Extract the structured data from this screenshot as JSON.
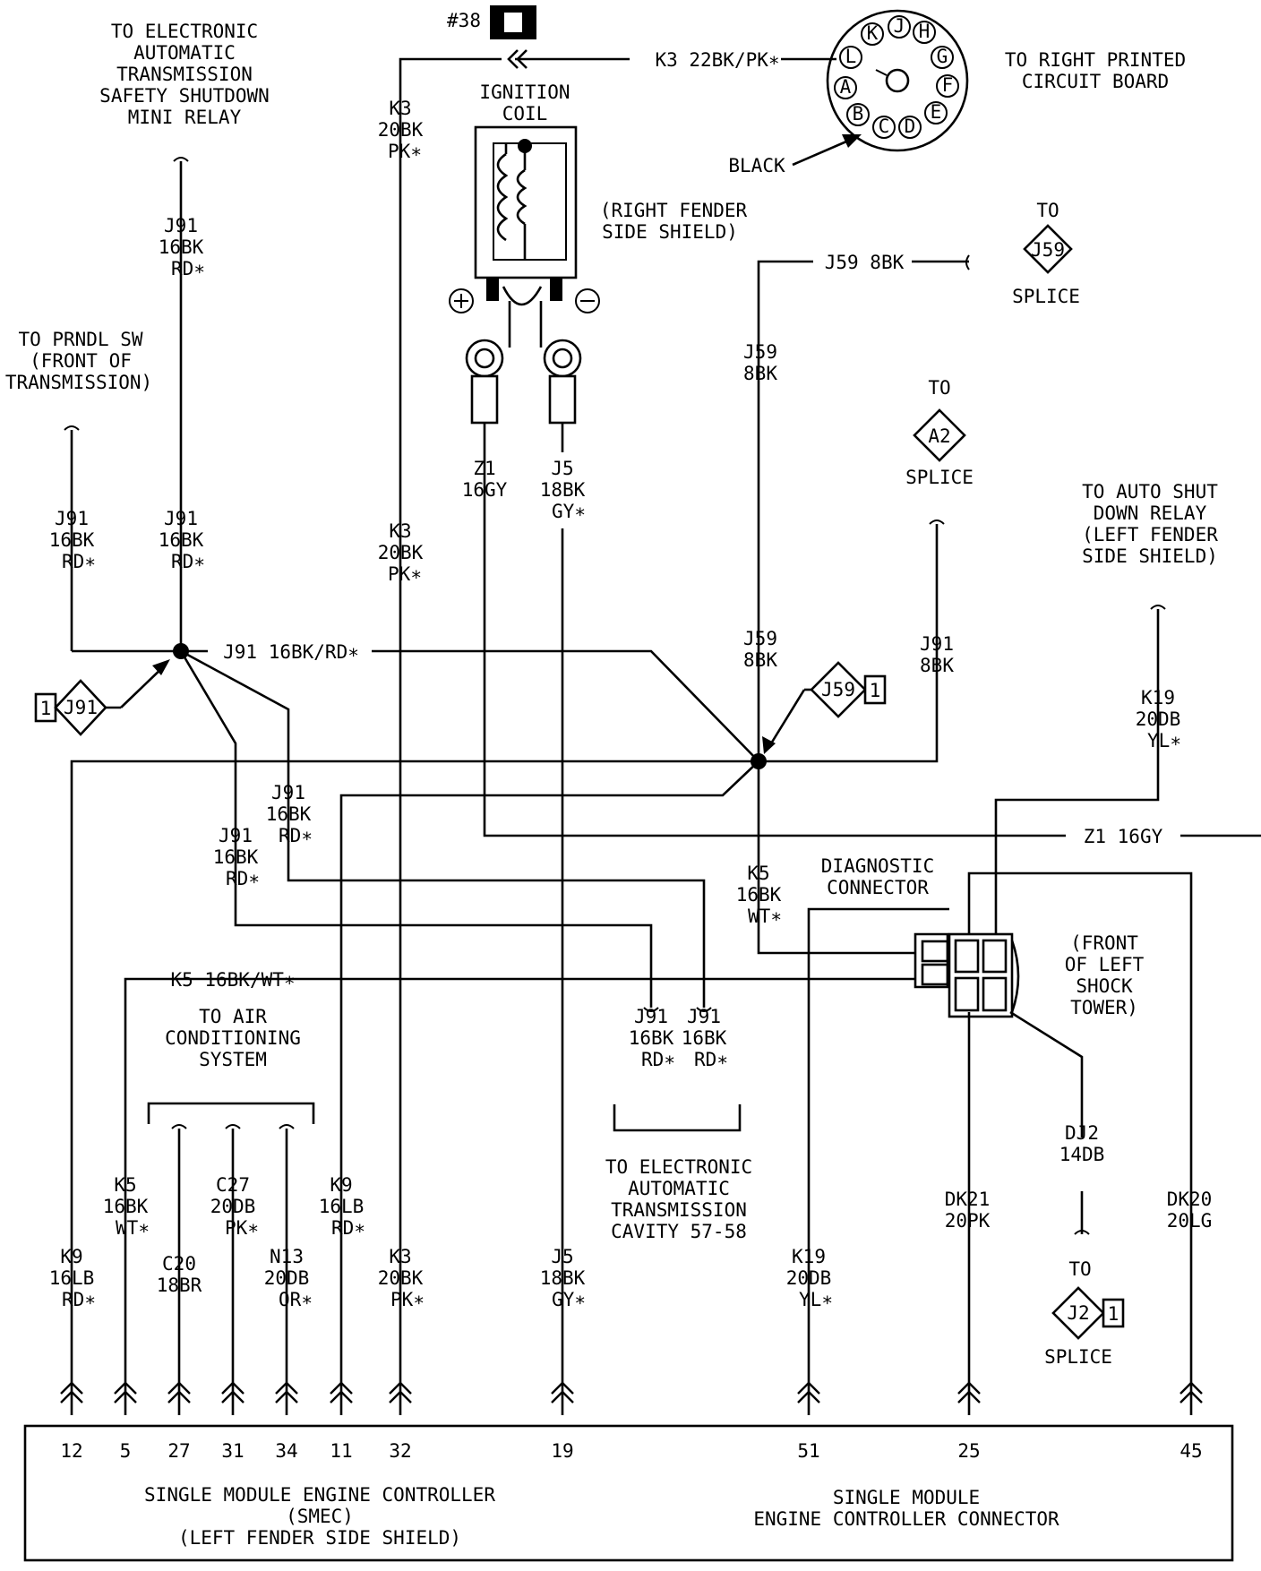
{
  "labels": {
    "t_eatx1": "TO ELECTRONIC",
    "t_eatx2": "AUTOMATIC",
    "t_eatx3": "TRANSMISSION",
    "t_eatx4": "SAFETY SHUTDOWN",
    "t_eatx5": "MINI RELAY",
    "conn38": "#38",
    "k3_top": "K3 22BK/PK∗",
    "ign1": "IGNITION",
    "ign2": "COIL",
    "rpcb1": "TO RIGHT PRINTED",
    "rpcb2": "CIRCUIT BOARD",
    "black": "BLACK",
    "k3a1": "K3",
    "k3a2": "20BK",
    "k3a3": "PK∗",
    "rfs1": "(RIGHT FENDER",
    "rfs2": "SIDE SHIELD)",
    "to1": "TO",
    "j59_splice": "J59",
    "splice1": "SPLICE",
    "j59_h": "J59 8BK",
    "j91a1": "J91",
    "j91a2": "16BK",
    "j91a3": "RD∗",
    "prndl1": "TO PRNDL SW",
    "prndl2": "(FRONT OF",
    "prndl3": "TRANSMISSION)",
    "j59b1": "J59",
    "j59b2": "8BK",
    "to2": "TO",
    "a2": "A2",
    "splice2": "SPLICE",
    "z1a": "Z1",
    "z1b": "16GY",
    "j5a": "J5",
    "j5b": "18BK",
    "j5c": "GY∗",
    "j91b1": "J91",
    "j91b2": "16BK",
    "j91b3": "RD∗",
    "j91c1": "J91",
    "j91c2": "16BK",
    "j91c3": "RD∗",
    "k3b1": "K3",
    "k3b2": "20BK",
    "k3b3": "PK∗",
    "asd1": "TO AUTO SHUT",
    "asd2": "DOWN RELAY",
    "asd3": "(LEFT FENDER",
    "asd4": "SIDE SHIELD)",
    "j91_h": "J91 16BK/RD∗",
    "j59c1": "J59",
    "j59c2": "8BK",
    "j91d1": "J91",
    "j91d2": "8BK",
    "j91_ref": "J91",
    "j91_ref_n": "1",
    "j59_ref": "J59",
    "j59_ref_n": "1",
    "k19a1": "K19",
    "k19a2": "20DB",
    "k19a3": "YL∗",
    "j91e1": "J91",
    "j91e2": "16BK",
    "j91e3": "RD∗",
    "j91f1": "J91",
    "j91f2": "16BK",
    "j91f3": "RD∗",
    "z1_h": "Z1 16GY",
    "k5a1": "K5",
    "k5a2": "16BK",
    "k5a3": "WT∗",
    "diag1": "DIAGNOSTIC",
    "diag2": "CONNECTOR",
    "k5_h": "K5 16BK/WT∗",
    "fls1": "(FRONT",
    "fls2": "OF LEFT",
    "fls3": "SHOCK",
    "fls4": "TOWER)",
    "ac1": "TO AIR",
    "ac2": "CONDITIONING",
    "ac3": "SYSTEM",
    "j91g1": "J91",
    "j91g2": "16BK",
    "j91g3": "RD∗",
    "j91h1": "J91",
    "j91h2": "16BK",
    "j91h3": "RD∗",
    "dj2a": "DJ2",
    "dj2b": "14DB",
    "eatc1": "TO ELECTRONIC",
    "eatc2": "AUTOMATIC",
    "eatc3": "TRANSMISSION",
    "eatc4": "CAVITY 57-58",
    "k5b1": "K5",
    "k5b2": "16BK",
    "k5b3": "WT∗",
    "c27a": "C27",
    "c27b": "20DB",
    "c27c": "PK∗",
    "k9a1": "K9",
    "k9a2": "16LB",
    "k9a3": "RD∗",
    "dk21a": "DK21",
    "dk21b": "20PK",
    "dk20a": "DK20",
    "dk20b": "20LG",
    "c20a": "C20",
    "c20b": "18BR",
    "n13a": "N13",
    "n13b": "20DB",
    "n13c": "OR∗",
    "k9b1": "K9",
    "k9b2": "16LB",
    "k9b3": "RD∗",
    "k3c1": "K3",
    "k3c2": "20BK",
    "k3c3": "PK∗",
    "j5d1": "J5",
    "j5d2": "18BK",
    "j5d3": "GY∗",
    "k19b1": "K19",
    "k19b2": "20DB",
    "k19b3": "YL∗",
    "to3": "TO",
    "j2": "J2",
    "j2_n": "1",
    "splice3": "SPLICE",
    "smec1": "SINGLE MODULE ENGINE CONTROLLER",
    "smec2": "(SMEC)",
    "smec3": "(LEFT FENDER SIDE SHIELD)",
    "smcc1": "SINGLE MODULE",
    "smcc2": "ENGINE CONTROLLER CONNECTOR"
  },
  "connector_pins": [
    "A",
    "B",
    "C",
    "D",
    "E",
    "F",
    "G",
    "H",
    "J",
    "K",
    "L"
  ],
  "controller_pins": [
    "12",
    "5",
    "27",
    "31",
    "34",
    "11",
    "32",
    "19",
    "51",
    "25",
    "45"
  ]
}
